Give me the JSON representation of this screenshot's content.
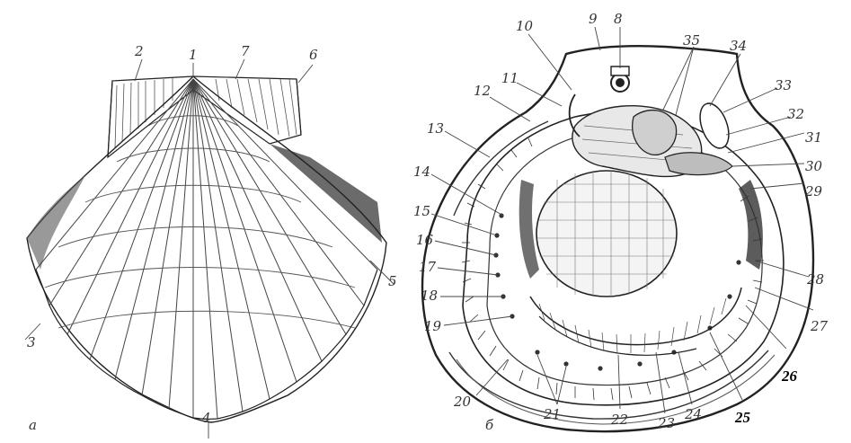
{
  "figure": {
    "panel_a_letter": "a",
    "panel_b_letter": "б",
    "labels_a": [
      "1",
      "2",
      "3",
      "4",
      "5",
      "6",
      "7"
    ],
    "labels_b": [
      "8",
      "9",
      "10",
      "11",
      "12",
      "13",
      "14",
      "15",
      "16",
      "17",
      "18",
      "19",
      "20",
      "21",
      "22",
      "23",
      "24",
      "25",
      "26",
      "27",
      "28",
      "29",
      "30",
      "31",
      "32",
      "33",
      "34",
      "35"
    ]
  },
  "colors": {
    "ink": "#222222",
    "paper": "#ffffff",
    "shade": "#3a3a3a"
  }
}
